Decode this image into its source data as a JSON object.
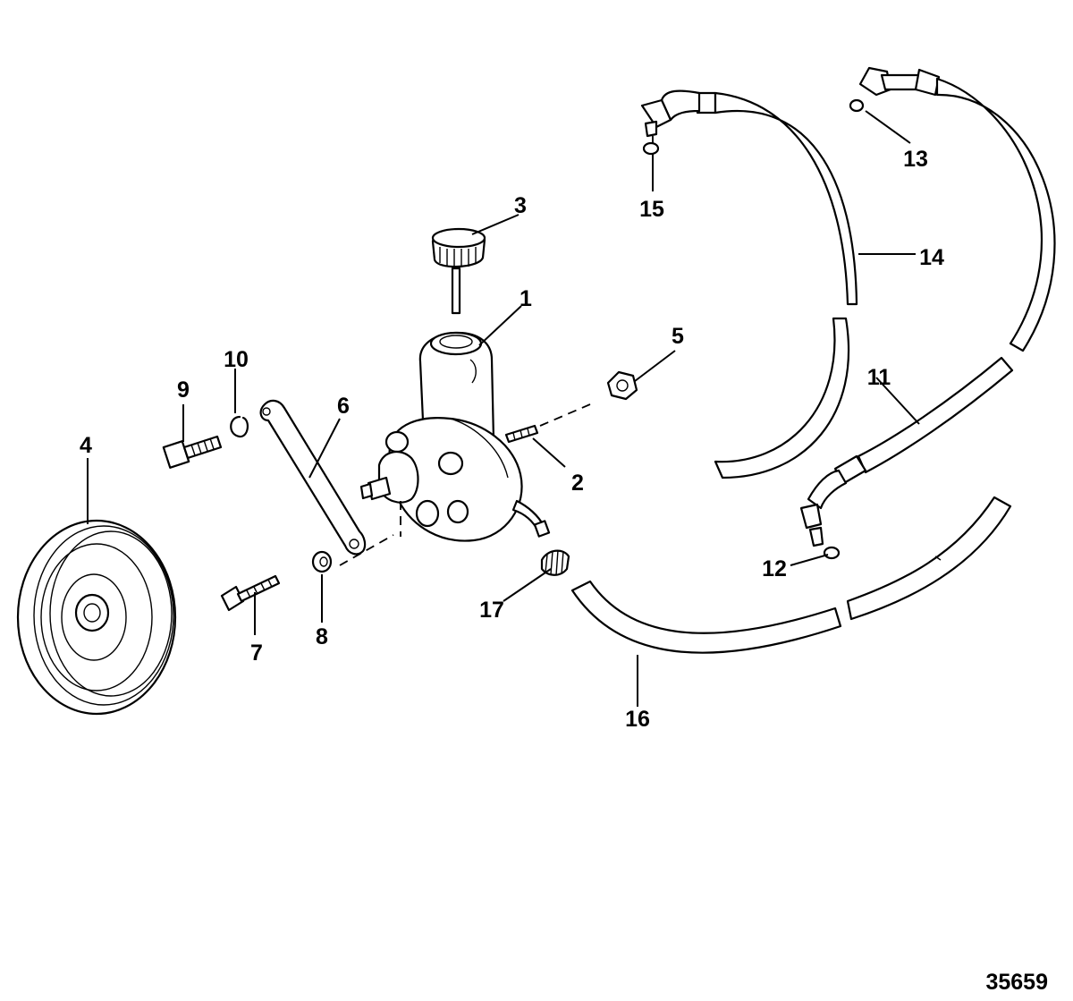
{
  "drawing_number": "35659",
  "callouts": [
    {
      "id": "1",
      "text": "1"
    },
    {
      "id": "2",
      "text": "2"
    },
    {
      "id": "3",
      "text": "3"
    },
    {
      "id": "4",
      "text": "4"
    },
    {
      "id": "5",
      "text": "5"
    },
    {
      "id": "6",
      "text": "6"
    },
    {
      "id": "7",
      "text": "7"
    },
    {
      "id": "8",
      "text": "8"
    },
    {
      "id": "9",
      "text": "9"
    },
    {
      "id": "10",
      "text": "10"
    },
    {
      "id": "11",
      "text": "11"
    },
    {
      "id": "12",
      "text": "12"
    },
    {
      "id": "13",
      "text": "13"
    },
    {
      "id": "14",
      "text": "14"
    },
    {
      "id": "15",
      "text": "15"
    },
    {
      "id": "16",
      "text": "16"
    },
    {
      "id": "17",
      "text": "17"
    }
  ]
}
